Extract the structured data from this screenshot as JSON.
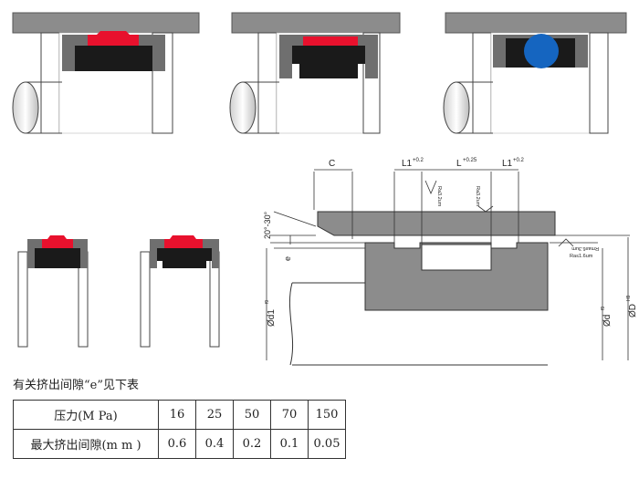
{
  "diagram": {
    "labels": {
      "c": "C",
      "l1_left": "L1",
      "l1_left_tol": "+0.2",
      "l_mid": "L",
      "l_mid_tol": "+0.25",
      "l1_right": "L1",
      "l1_right_tol": "+0.2",
      "angle": "20°-30°",
      "e": "e",
      "d1": "Ød1",
      "d1_tol": "f9",
      "d": "Ød",
      "d_tol": "f9",
      "D": "ØD",
      "D_tol": "H9",
      "ra32a": "Ra3.2um",
      "ra32b": "Ra3.2um",
      "rmax": "Rmax6.3um",
      "ra16": "Ra≤1.6um"
    },
    "colors": {
      "seal_red": "#e8112d",
      "seal_black": "#1a1a1a",
      "oring_blue": "#1565c0",
      "housing_gray": "#8c8c8c",
      "groove_gray": "#6f6f6f"
    }
  },
  "note": "有关挤出间隙“e”见下表",
  "table": {
    "pressure_label": "压力(M Pa)",
    "gap_label": "最大挤出间隙(m m )",
    "pressure": [
      "16",
      "25",
      "50",
      "70",
      "150"
    ],
    "gap": [
      "0.6",
      "0.4",
      "0.2",
      "0.1",
      "0.05"
    ]
  }
}
